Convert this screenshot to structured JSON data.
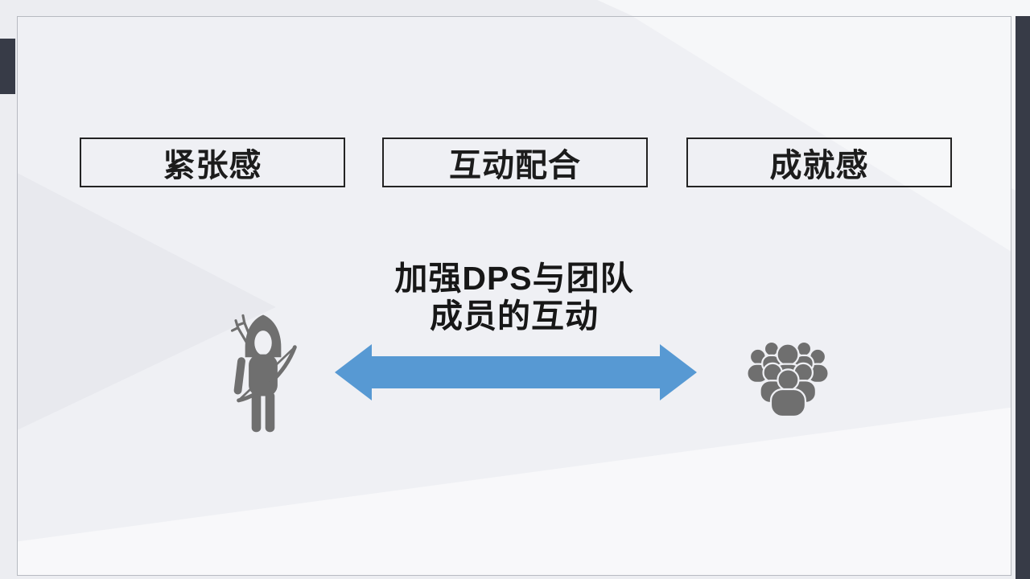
{
  "slide": {
    "boxes": [
      {
        "label": "紧张感"
      },
      {
        "label": "互动配合"
      },
      {
        "label": "成就感"
      }
    ],
    "heading": {
      "line1": "加强DPS与团队",
      "line2": "成员的互动"
    },
    "diagram": {
      "left_icon": "archer-icon",
      "right_icon": "team-crowd-icon",
      "connector": "double-headed-arrow"
    },
    "colors": {
      "arrow_blue": "#5799D3",
      "icon_gray": "#6F6F6F",
      "accent_dark": "#373B47",
      "card_background": "#EFF0F4",
      "page_background": "#ECEDF1",
      "box_border": "#232323",
      "text": "#1C1C1C"
    }
  }
}
